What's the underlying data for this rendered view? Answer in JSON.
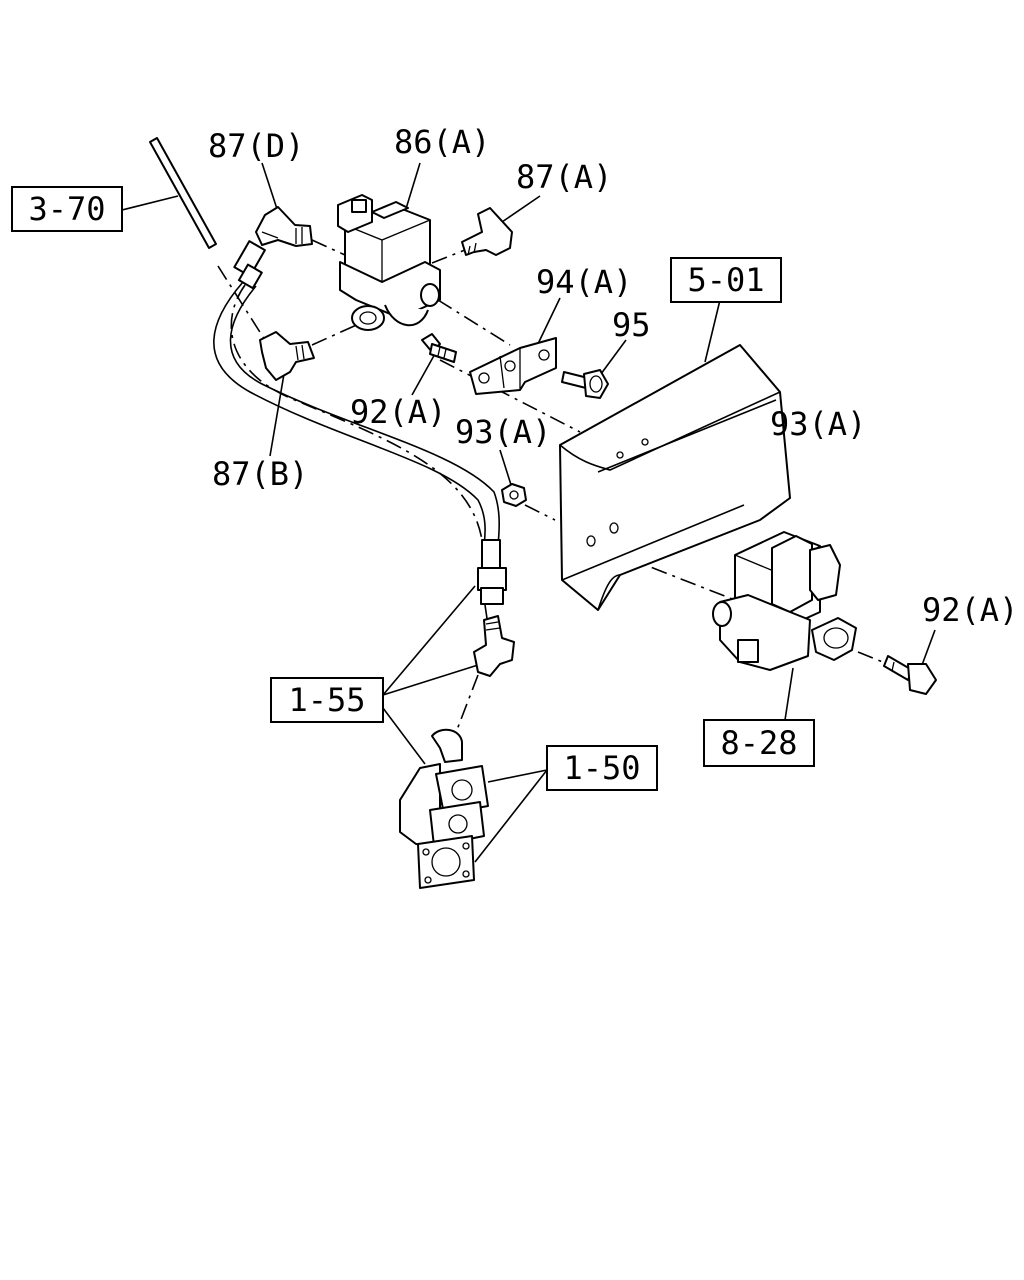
{
  "labels": {
    "l87d": "87(D)",
    "l86a": "86(A)",
    "l87a": "87(A)",
    "l94a": "94(A)",
    "l95": "95",
    "l92a_top": "92(A)",
    "l93a_left": "93(A)",
    "l93a_right": "93(A)",
    "l87b": "87(B)",
    "l92a_right": "92(A)"
  },
  "boxes": {
    "b370": "3-70",
    "b501": "5-01",
    "b155": "1-55",
    "b150": "1-50",
    "b828": "8-28"
  }
}
